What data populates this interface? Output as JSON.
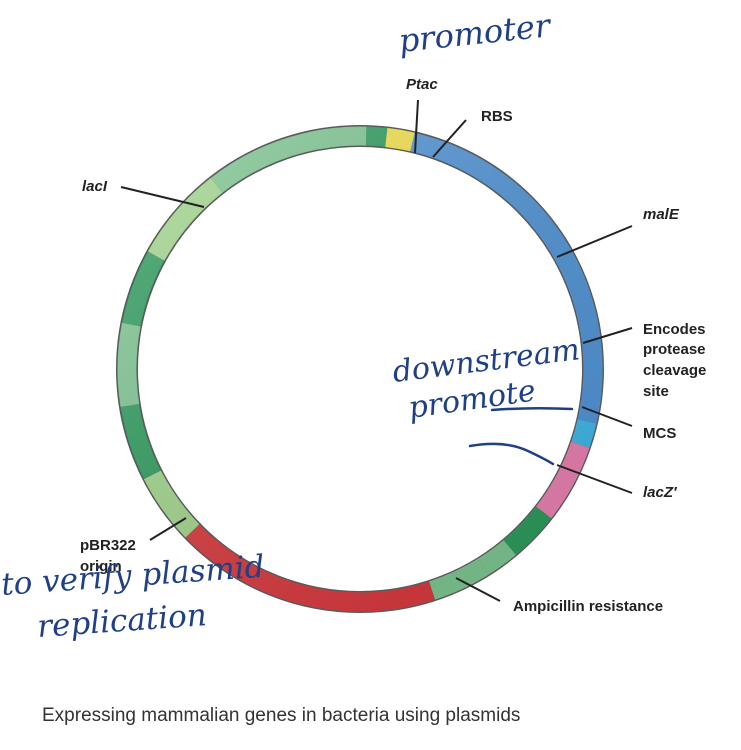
{
  "diagram": {
    "caption": "Expressing mammalian genes in bacteria using plasmids",
    "labels": {
      "ptac": "Ptac",
      "rbs": "RBS",
      "lacI": "lacI",
      "malE": "malE",
      "protease_line1": "Encodes",
      "protease_line2": "protease",
      "protease_line3": "cleavage",
      "protease_line4": "site",
      "mcs": "MCS",
      "lacZ": "lacZ′",
      "pbr_line1": "pBR322",
      "pbr_line2": "origin",
      "ampicillin": "Ampicillin resistance"
    },
    "handwritten": {
      "promoter": "promoter",
      "downstream_line1": "downstream",
      "downstream_line2": "promote",
      "verify_line1": "to verify plasmid",
      "verify_line2": "replication"
    },
    "colors": {
      "light_green": "#9fd58a",
      "mid_green": "#7cc48f",
      "dark_green": "#2a9a5a",
      "blue": "#4f93d6",
      "cyan": "#3fb6e8",
      "pink": "#e97fb0",
      "red": "#d8363b",
      "yellow": "#f2e04a",
      "ink": "#1f3f86"
    }
  }
}
